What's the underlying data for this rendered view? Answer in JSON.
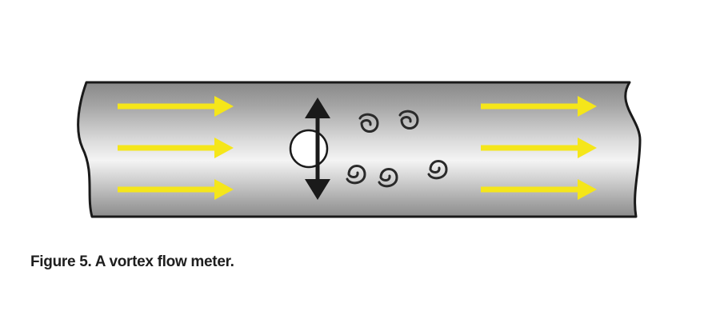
{
  "caption": "Figure 5. A vortex flow meter.",
  "colors": {
    "pipe_dark": "#8e8e8e",
    "pipe_light": "#f2f2f2",
    "pipe_outline": "#1a1a1a",
    "flow_arrow": "#f5e61a",
    "bluff_body": "#ffffff",
    "vortex": "#2a2a2a",
    "sensor_arrow": "#1a1a1a"
  },
  "diagram": {
    "inlet_arrows": 3,
    "outlet_arrows": 3,
    "vortex_count": 5,
    "icons": [
      "flow-arrow",
      "bluff-body",
      "oscillation-arrow",
      "vortex-swirl"
    ]
  }
}
